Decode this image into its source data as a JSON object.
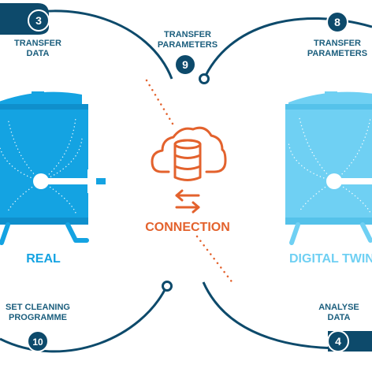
{
  "steps": {
    "step3": {
      "number": "3",
      "line1": "TRANSFER",
      "line2": "DATA"
    },
    "step9": {
      "number": "9",
      "line1": "TRANSFER",
      "line2": "PARAMETERS"
    },
    "step8": {
      "number": "8",
      "line1": "TRANSFER",
      "line2": "PARAMETERS"
    },
    "step10": {
      "number": "10",
      "line1": "SET CLEANING",
      "line2": "PROGRAMME"
    },
    "step4": {
      "number": "4",
      "line1": "ANALYSE",
      "line2": "DATA"
    }
  },
  "center": {
    "label": "CONNECTION"
  },
  "machines": {
    "real": {
      "label": "REAL"
    },
    "digital": {
      "label": "DIGITAL TWIN"
    }
  },
  "colors": {
    "navy": "#0d4a6b",
    "teal_text": "#1b5e7d",
    "real_blue": "#14a3e2",
    "real_blue_dark": "#0f8fcc",
    "twin_blue": "#6fd0f3",
    "twin_blue_dark": "#55c2ea",
    "orange": "#e3622d"
  },
  "icons": [
    "cloud-database-icon",
    "sync-arrows-icon"
  ]
}
